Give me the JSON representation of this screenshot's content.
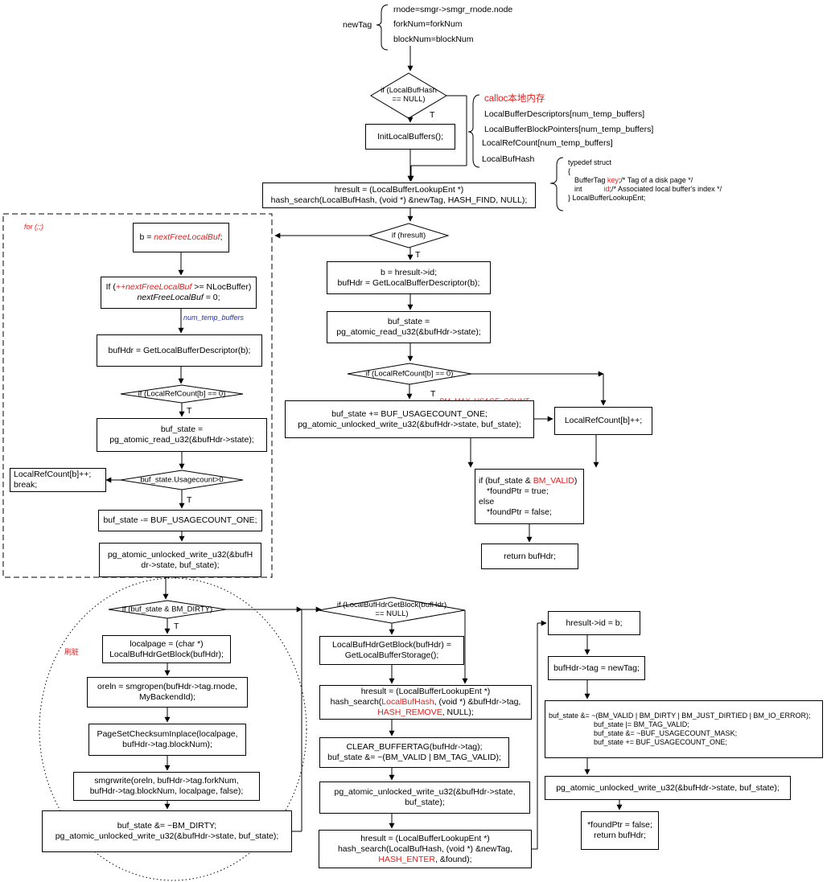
{
  "newtag": {
    "label": "newTag",
    "fields": [
      "rnode=smgr->smgr_rnode.node",
      "forkNum=forkNum",
      "blockNum=blockNum"
    ]
  },
  "decisions": {
    "hash_null": [
      "if (LocalBufHash",
      "== NULL)"
    ],
    "hresult": "if (hresult)",
    "refcount_main": "if (LocalRefCount[b] == 0)",
    "refcount_loop": "if (LocalRefCount[b] == 0)",
    "usagecount": "buf_state.Usagecount>0",
    "dirty": "if (buf_state & BM_DIRTY)",
    "getblock": [
      "if (LocalBufHdrGetBlock(bufHdr)",
      "== NULL)"
    ]
  },
  "t_labels": [
    "T",
    "T",
    "T",
    "T",
    "T",
    "T"
  ],
  "init_box": "InitLocalBuffers();",
  "calloc_note": {
    "title": "calloc本地内存",
    "items": [
      "LocalBufferDescriptors[num_temp_buffers]",
      "LocalBufferBlockPointers[num_temp_buffers]",
      "LocalRefCount[num_temp_buffers]",
      "LocalBufHash"
    ]
  },
  "typedef_note": {
    "l1": "typedef struct",
    "l2": "{",
    "l3a": "BufferTag",
    "l3b": "key",
    "l3c": ";/* Tag of a disk page */",
    "l4a": "int",
    "l4b": "id",
    "l4c": ";/* Associated local buffer's index */",
    "l5": "} LocalBufferLookupEnt;"
  },
  "hash_find": [
    "hresult = (LocalBufferLookupEnt *)",
    "hash_search(LocalBufHash, (void *) &newTag, HASH_FIND, NULL);"
  ],
  "hit_path": {
    "b_id": [
      "b = hresult->id;",
      "bufHdr = GetLocalBufferDescriptor(b);"
    ],
    "read_state": [
      "buf_state =",
      "pg_atomic_read_u32(&bufHdr->state);"
    ],
    "max_usage_label": "BM_MAX_USAGE_COUNT",
    "inc_usage": [
      "buf_state += BUF_USAGECOUNT_ONE;",
      "pg_atomic_unlocked_write_u32(&bufHdr->state, buf_state);"
    ],
    "refcount_inc": "LocalRefCount[b]++;",
    "valid_check": {
      "l1a": "if (buf_state & ",
      "l1b": "BM_VALID",
      "l1c": ")",
      "l2": "*foundPtr = true;",
      "l3": "else",
      "l4": "*foundPtr = false;"
    },
    "return": "return bufHdr;"
  },
  "loop": {
    "label": "for (;;)",
    "b_next": {
      "a": "b = ",
      "b": "nextFreeLocalBuf",
      "c": ";"
    },
    "wrap": {
      "l1a": "If (",
      "l1b": "++nextFreeLocalBuf",
      "l1c": " >= NLocBuffer)",
      "l2a": "nextFreeLocalBuf",
      "l2b": " = 0;"
    },
    "num_temp": "num_temp_buffers",
    "get_desc": "bufHdr = GetLocalBufferDescriptor(b);",
    "read_state": [
      "buf_state =",
      "pg_atomic_read_u32(&bufHdr->state);"
    ],
    "found": [
      "LocalRefCount[b]++;",
      "break;"
    ],
    "dec_usage": "buf_state -= BUF_USAGECOUNT_ONE;",
    "write_state": [
      "pg_atomic_unlocked_write_u32(&bufH",
      "dr->state, buf_state);"
    ]
  },
  "flush": {
    "label": "刷脏",
    "localpage": [
      "localpage = (char *)",
      "LocalBufHdrGetBlock(bufHdr);"
    ],
    "smgropen": [
      "oreln = smgropen(bufHdr->tag.rnode,",
      "MyBackendId);"
    ],
    "checksum": [
      "PageSetChecksumInplace(localpage,",
      "bufHdr->tag.blockNum);"
    ],
    "smgrwrite": [
      "smgrwrite(oreln,  bufHdr->tag.forkNum,",
      "bufHdr->tag.blockNum, localpage, false);"
    ],
    "clear_dirty": [
      "buf_state &= ~BM_DIRTY;",
      "pg_atomic_unlocked_write_u32(&bufHdr->state, buf_state);"
    ]
  },
  "middle": {
    "alloc_storage": [
      "LocalBufHdrGetBlock(bufHdr) =",
      "GetLocalBufferStorage();"
    ],
    "remove": {
      "l1": "hresult = (LocalBufferLookupEnt *)",
      "l2a": "hash_search(",
      "l2b": "LocalBufHash",
      "l2c": ", (void *) &bufHdr->tag,",
      "l3a": "HASH_REMOVE",
      "l3b": ", NULL);"
    },
    "clear_tag": [
      "CLEAR_BUFFERTAG(bufHdr->tag);",
      "buf_state &= ~(BM_VALID | BM_TAG_VALID);"
    ],
    "write_state": [
      "pg_atomic_unlocked_write_u32(&bufHdr->state,",
      "buf_state);"
    ],
    "enter": {
      "l1": "hresult = (LocalBufferLookupEnt *)",
      "l2": "hash_search(LocalBufHash, (void *) &newTag,",
      "l3a": "HASH_ENTER",
      "l3b": ", &found);"
    }
  },
  "right": {
    "set_id": "hresult->id = b;",
    "set_tag": "bufHdr->tag = newTag;",
    "flags": [
      "buf_state &= ~(BM_VALID | BM_DIRTY | BM_JUST_DIRTIED | BM_IO_ERROR);",
      "buf_state |= BM_TAG_VALID;",
      "buf_state &= ~BUF_USAGECOUNT_MASK;",
      "buf_state += BUF_USAGECOUNT_ONE;"
    ],
    "write_state": "pg_atomic_unlocked_write_u32(&bufHdr->state, buf_state);",
    "return": [
      "*foundPtr = false;",
      "return bufHdr;"
    ]
  }
}
